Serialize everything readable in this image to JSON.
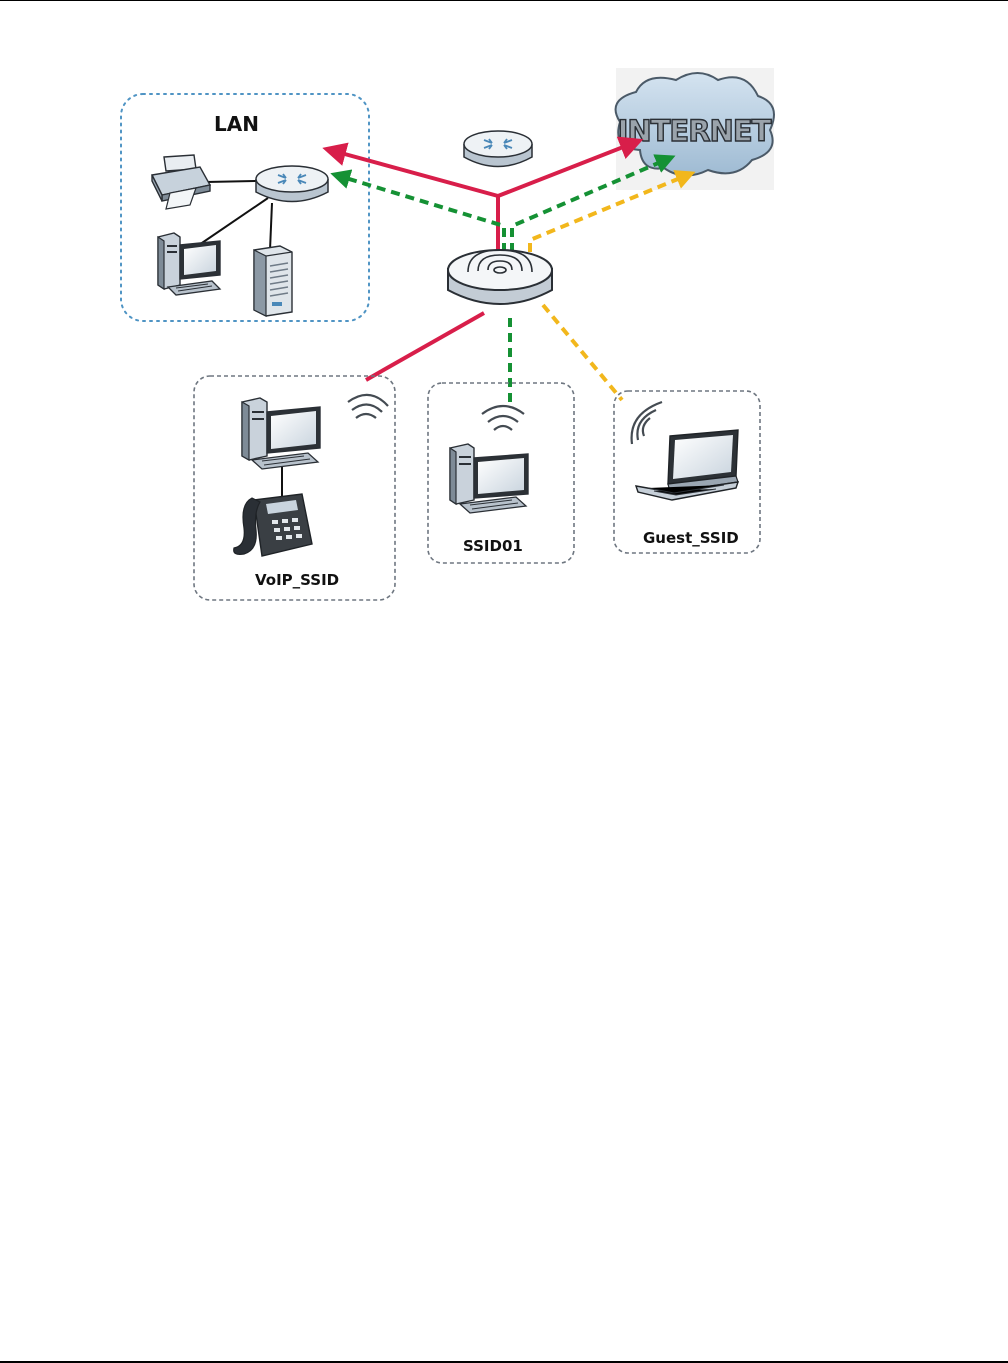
{
  "labels": {
    "lan": "LAN",
    "internet": "INTERNET",
    "voip": "VoIP_SSID",
    "ssid01": "SSID01",
    "guest": "Guest_SSID"
  },
  "colors": {
    "voip_flow": "#d81e4a",
    "ssid01_flow": "#159134",
    "guest_flow": "#f2b71c",
    "lan_border": "#4f94c4",
    "ssid_border": "#6e7680",
    "cloud": "#b9cfe2"
  },
  "icons": [
    "printer-icon",
    "lan-router-icon",
    "desktop-computer-icon",
    "server-tower-icon",
    "standalone-router-icon",
    "internet-cloud-icon",
    "access-point-icon",
    "wireless-signal-icon",
    "ip-phone-icon",
    "laptop-icon"
  ]
}
